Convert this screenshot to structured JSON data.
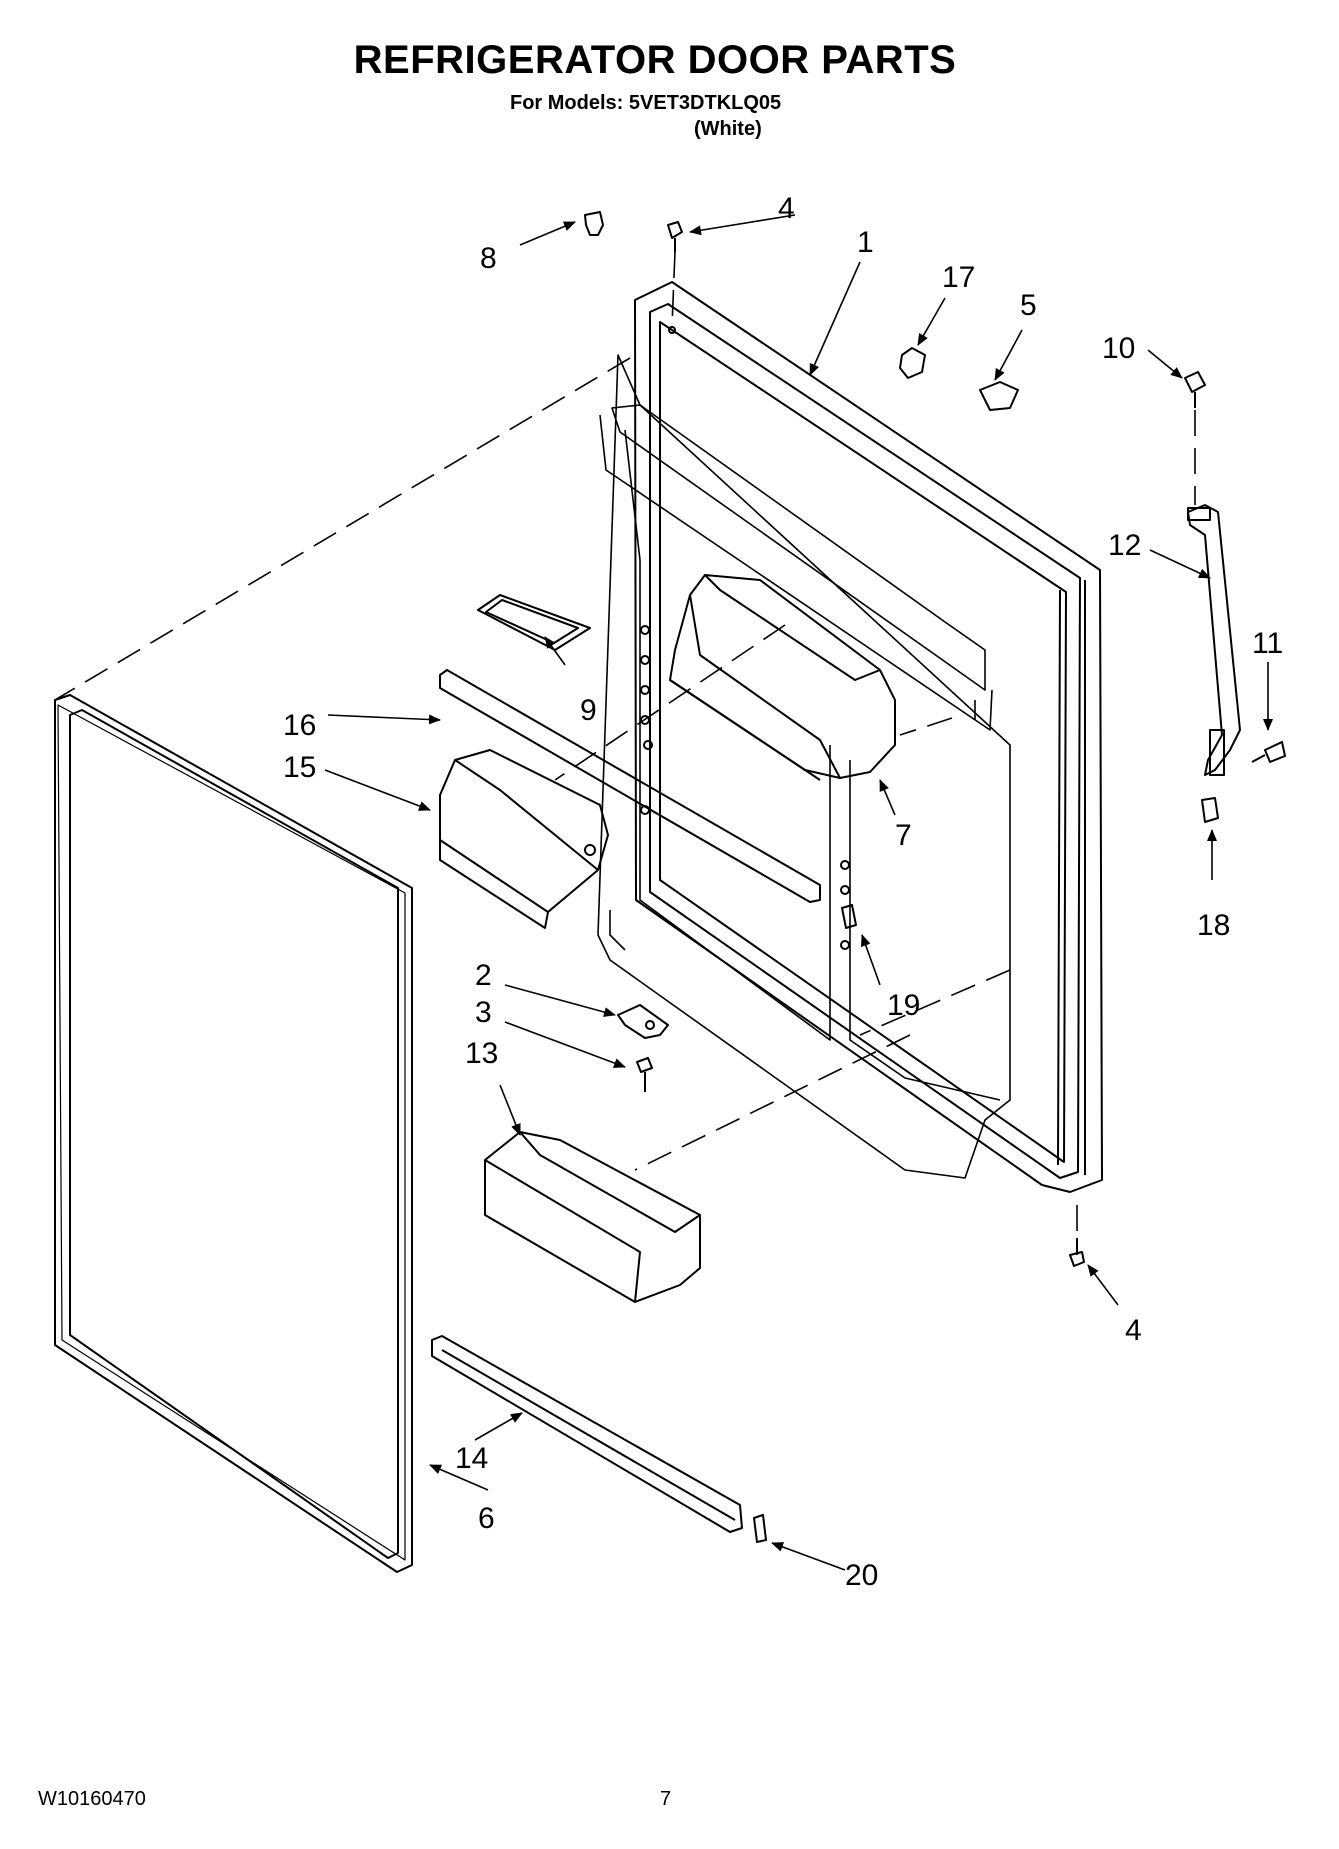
{
  "header": {
    "title": "REFRIGERATOR DOOR PARTS",
    "models_line": "For Models: 5VET3DTKLQ05",
    "color_line": "(White)"
  },
  "callouts": [
    "1",
    "2",
    "3",
    "4",
    "4",
    "5",
    "6",
    "7",
    "8",
    "9",
    "10",
    "11",
    "12",
    "13",
    "14",
    "15",
    "16",
    "17",
    "18",
    "19",
    "20"
  ],
  "footer": {
    "doc_number": "W10160470",
    "page_number": "7"
  },
  "colors": {
    "ink": "#000000",
    "paper": "#ffffff"
  }
}
